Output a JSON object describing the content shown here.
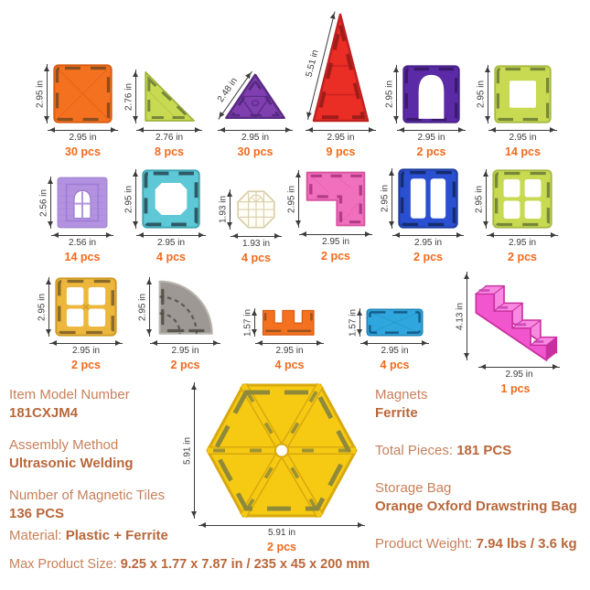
{
  "colors": {
    "count": "#f26a1c",
    "dim": "#3c3c3c",
    "slabel": "#c8805a",
    "svalue": "#b9673a"
  },
  "tiles": [
    {
      "name": "square-orange",
      "w": "2.95 in",
      "h": "2.95 in",
      "pcs": "30 pcs",
      "color": "#f4711f",
      "magnet": "#8a4f1e",
      "border": "#d85c12"
    },
    {
      "name": "right-triangle-green",
      "w": "2.76 in",
      "h": "2.76 in",
      "pcs": "8 pcs",
      "color": "#c8da52",
      "magnet": "#77883a",
      "border": "#9fb23c"
    },
    {
      "name": "triangle-purple",
      "w": "2.95 in",
      "h": "2.48 in",
      "pcs": "30 pcs",
      "color": "#7f3fae",
      "magnet": "#4f2579",
      "border": "#5b2b86"
    },
    {
      "name": "tall-triangle-red",
      "w": "2.95 in",
      "h": "5.51 in",
      "pcs": "9 pcs",
      "color": "#ea2d25",
      "magnet": "#991c1a",
      "border": "#bf2020"
    },
    {
      "name": "arch-square-purple",
      "w": "2.95 in",
      "h": "2.95 in",
      "pcs": "2 pcs",
      "color": "#5b2aa6",
      "magnet": "#3a1a6e",
      "border": "#472186"
    },
    {
      "name": "square-frame-green",
      "w": "2.95 in",
      "h": "2.95 in",
      "pcs": "14 pcs",
      "color": "#c8da52",
      "magnet": "#77883a",
      "border": "#a7ba42"
    },
    {
      "name": "brick-window-lavender",
      "w": "2.56 in",
      "h": "2.56 in",
      "pcs": "14 pcs",
      "color": "#b393e0",
      "magnet": "#9b77d2",
      "border": "#9f82cf"
    },
    {
      "name": "octagon-frame-teal",
      "w": "2.95 in",
      "h": "2.95 in",
      "pcs": "4 pcs",
      "color": "#5fc8d6",
      "magnet": "#2e5a66",
      "border": "#3da6b4"
    },
    {
      "name": "octagon-window-cream",
      "w": "1.93 in",
      "h": "1.93 in",
      "pcs": "4 pcs",
      "color": "#d9cfa9",
      "magnet": "#d9cfa9",
      "border": "#cfc398"
    },
    {
      "name": "l-shape-pink",
      "w": "2.95 in",
      "h": "2.95 in",
      "pcs": "2 pcs",
      "color": "#f170bd",
      "magnet": "#b23b87",
      "border": "#d9539f"
    },
    {
      "name": "double-window-blue",
      "w": "2.95 in",
      "h": "2.95 in",
      "pcs": "2 pcs",
      "color": "#2a4fd0",
      "magnet": "#152c6e",
      "border": "#1d3c9c"
    },
    {
      "name": "four-pane-green",
      "w": "2.95 in",
      "h": "2.95 in",
      "pcs": "2 pcs",
      "color": "#c8da52",
      "magnet": "#77883a",
      "border": "#a7ba42"
    },
    {
      "name": "four-pane-gold",
      "w": "2.95 in",
      "h": "2.95 in",
      "pcs": "2 pcs",
      "color": "#ecb73c",
      "magnet": "#8a6a28",
      "border": "#d09b26"
    },
    {
      "name": "quarter-circle-gray",
      "w": "2.95 in",
      "h": "2.95 in",
      "pcs": "2 pcs",
      "color": "#8f8a84",
      "magnet": "#4e4a44",
      "border": "#b9b5ad"
    },
    {
      "name": "comb-orange",
      "w": "2.95 in",
      "h": "1.57 in",
      "pcs": "4 pcs",
      "color": "#f4711f",
      "magnet": "#8a4f1e",
      "border": "#d85c12"
    },
    {
      "name": "rect-blue",
      "w": "2.95 in",
      "h": "1.57 in",
      "pcs": "4 pcs",
      "color": "#2fa7de",
      "magnet": "#155e8a",
      "border": "#1f86b8"
    },
    {
      "name": "stairs-pink",
      "w": "2.95 in",
      "h": "4.13 in",
      "pcs": "1 pcs",
      "color": "#f156ce",
      "magnet": "#c43fae",
      "border": "#c9309f",
      "light": "#f98ae2"
    },
    {
      "name": "hexagon-yellow",
      "w": "5.91 in",
      "h": "5.91 in",
      "pcs": "2 pcs",
      "color": "#f6c913",
      "magnet": "#8f8a3a",
      "border": "#d8a90e"
    }
  ],
  "specs": {
    "left": [
      {
        "label": "Item Model Number",
        "value": "181CXJM4"
      },
      {
        "label": "Assembly Method",
        "value": "Ultrasonic Welding"
      },
      {
        "label": "Number of Magnetic Tiles",
        "value": "136 PCS"
      }
    ],
    "material": {
      "label": "Material: ",
      "value": "Plastic + Ferrite"
    },
    "max_size": {
      "label": "Max Product Size: ",
      "value": "9.25 x 1.77 x 7.87 in / 235 x 45 x 200 mm"
    },
    "right": [
      {
        "label": "Magnets",
        "value": "Ferrite"
      },
      {
        "label": "Total Pieces: ",
        "value": "181 PCS"
      },
      {
        "label": "Storage Bag",
        "value": "Orange Oxford Drawstring Bag"
      },
      {
        "label": "Product Weight: ",
        "value": "7.94 lbs / 3.6 kg"
      }
    ]
  }
}
